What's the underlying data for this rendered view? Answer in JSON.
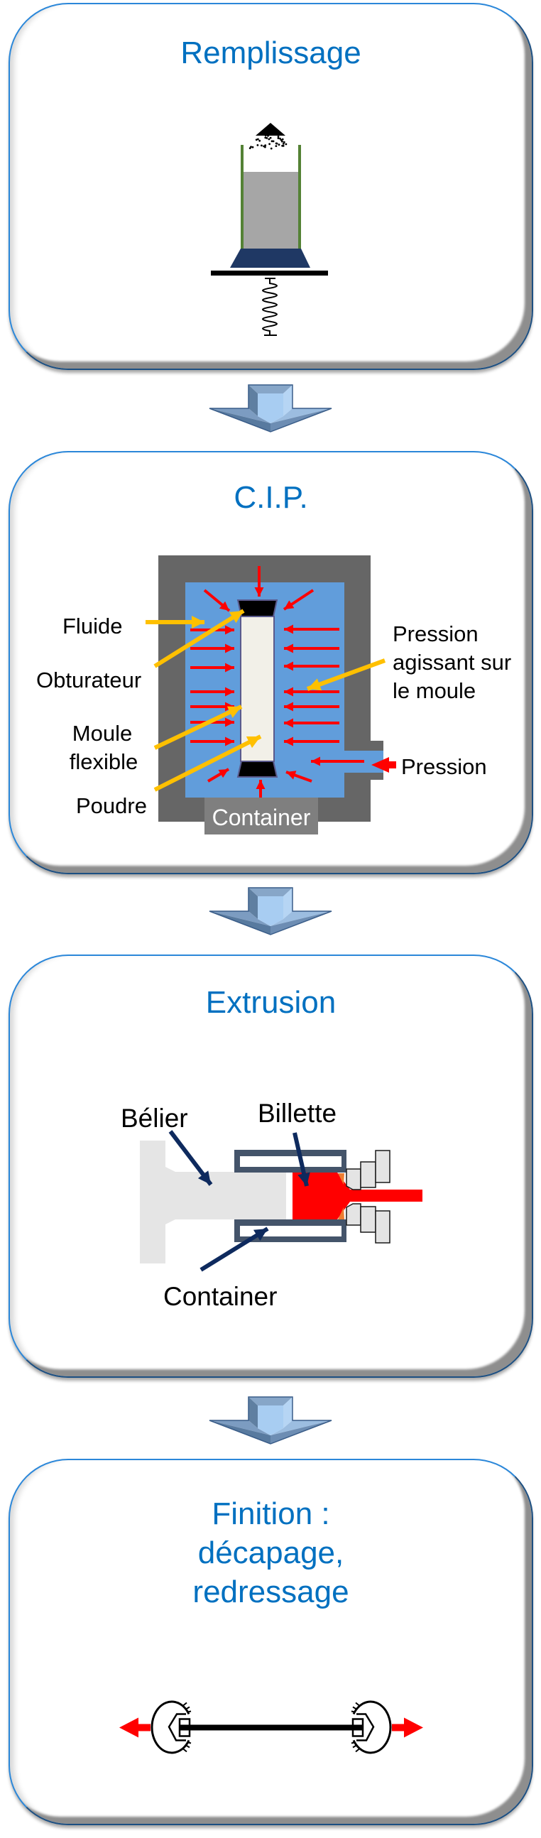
{
  "steps": [
    {
      "title": "Remplissage"
    },
    {
      "title": "C.I.P.",
      "labels": {
        "fluid": "Fluide",
        "plug": "Obturateur",
        "mold": [
          "Moule",
          "flexible"
        ],
        "powder": "Poudre",
        "pressure_on_mold": [
          "Pression",
          "agissant sur",
          "le moule"
        ],
        "pressure_inlet": "Pression",
        "container": "Container"
      }
    },
    {
      "title": "Extrusion",
      "labels": {
        "ram": "Bélier",
        "billet": "Billette",
        "container": "Container"
      }
    },
    {
      "title_lines": [
        "Finition :",
        "décapage,",
        "redressage"
      ]
    }
  ],
  "connector_icon": "down-arrow-icon",
  "colors": {
    "title": "#0070c0",
    "card_border": "#2b87d9",
    "pressure_arrow": "#ff0000",
    "callout_arrow": "#ffc000",
    "extrusion_callout": "#0e2a5e",
    "fluid": "#619ddb",
    "vessel": "#666666",
    "label_box": "#7f7f7f",
    "billet": "#ff0000",
    "container_wall": "#44546a",
    "punch": "#1f3864",
    "die_wall": "#548235",
    "powder_fill": "#a6a6a6",
    "connector": "#a8cdf2"
  }
}
